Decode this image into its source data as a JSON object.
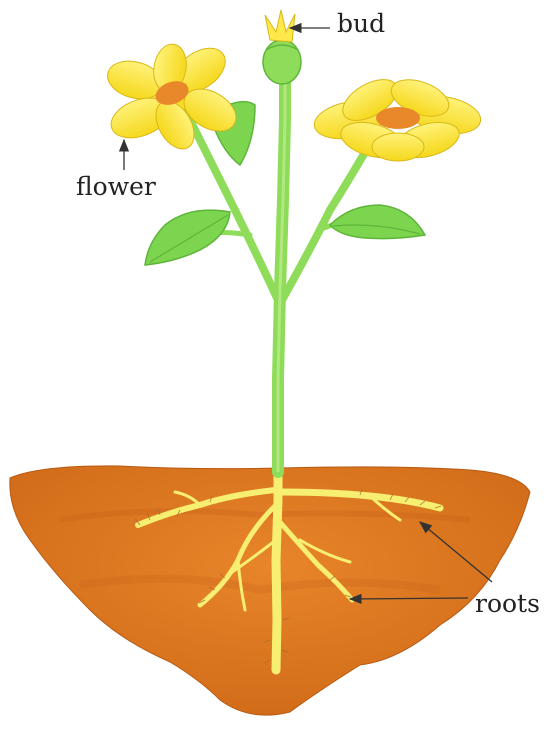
{
  "labels": {
    "bud": "bud",
    "flower": "flower",
    "roots": "roots"
  },
  "colors": {
    "soil": "#e07a1f",
    "soil_shadow": "#c8641a",
    "stem": "#8fdc5a",
    "leaf": "#7dd44f",
    "petal": "#ffe94a",
    "flower_center": "#e8882a",
    "root": "#f6f07a",
    "pointer": "#333333"
  },
  "icons": [
    "plant-stem",
    "flower-head",
    "bud",
    "leaf",
    "soil",
    "roots"
  ]
}
